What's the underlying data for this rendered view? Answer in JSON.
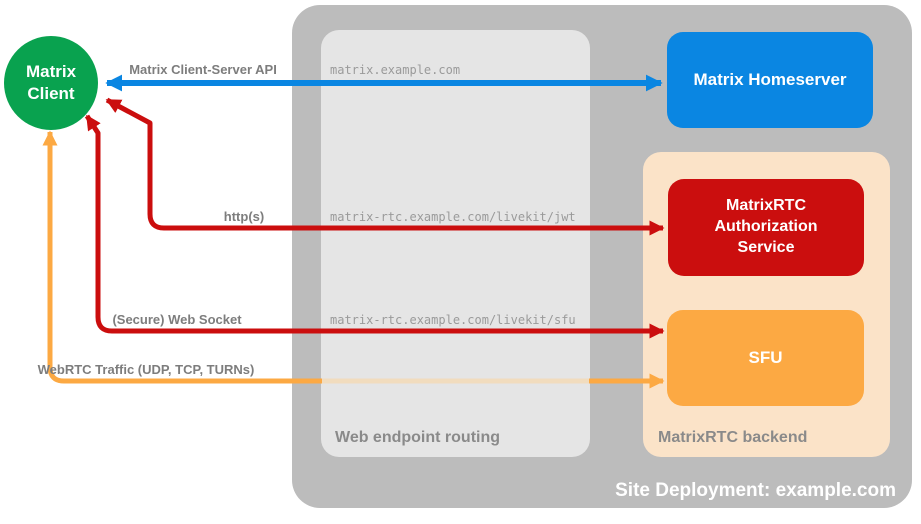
{
  "nodes": {
    "client": "Matrix Client",
    "homeserver": "Matrix Homeserver",
    "auth_service": "MatrixRTC Authorization Service",
    "sfu": "SFU"
  },
  "panels": {
    "routing": "Web endpoint routing",
    "backend": "MatrixRTC backend",
    "deployment": "Site Deployment: example.com"
  },
  "endpoints": {
    "homeserver": "matrix.example.com",
    "jwt": "matrix-rtc.example.com/livekit/jwt",
    "sfu": "matrix-rtc.example.com/livekit/sfu"
  },
  "arrows": {
    "cs_api": "Matrix Client-Server API",
    "https": "http(s)",
    "websocket": "(Secure) Web Socket",
    "webrtc": "WebRTC Traffic (UDP, TCP, TURNs)"
  },
  "colors": {
    "client_green": "#09a24f",
    "homeserver_blue": "#0a86e2",
    "auth_red": "#cb0e0e",
    "sfu_orange": "#fca943",
    "backend_peach": "#fbe3c8",
    "site_gray": "#bcbcbc",
    "routing_gray": "#e5e5e5",
    "label_gray": "#7d7d7d"
  }
}
